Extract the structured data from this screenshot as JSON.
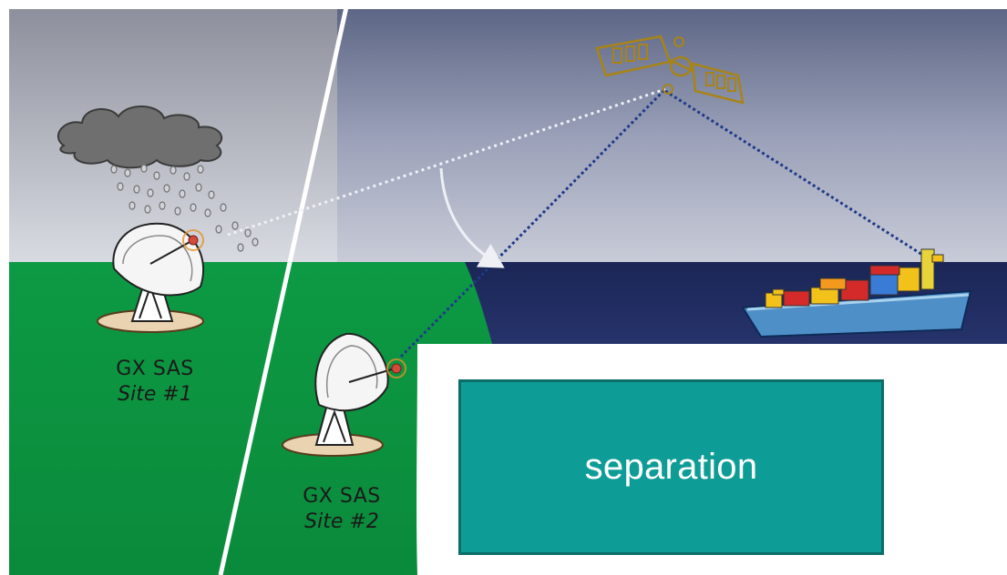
{
  "site1": {
    "name": "GX SAS",
    "site": "Site #1"
  },
  "site2": {
    "name": "GX SAS",
    "site": "Site #2"
  },
  "box": {
    "label": "separation"
  },
  "icons": [
    "rain-cloud-icon",
    "satellite-dish-icon",
    "satellite-icon",
    "container-ship-icon"
  ],
  "colors": {
    "land": "#0ea04a",
    "sky": "#c8ccd6",
    "sea": "#1e2a5c",
    "box": "#0e9c97",
    "box_border": "#0b6e6a",
    "link_uplink": "#1f3a8a",
    "link_faded": "#e8ecf2"
  }
}
